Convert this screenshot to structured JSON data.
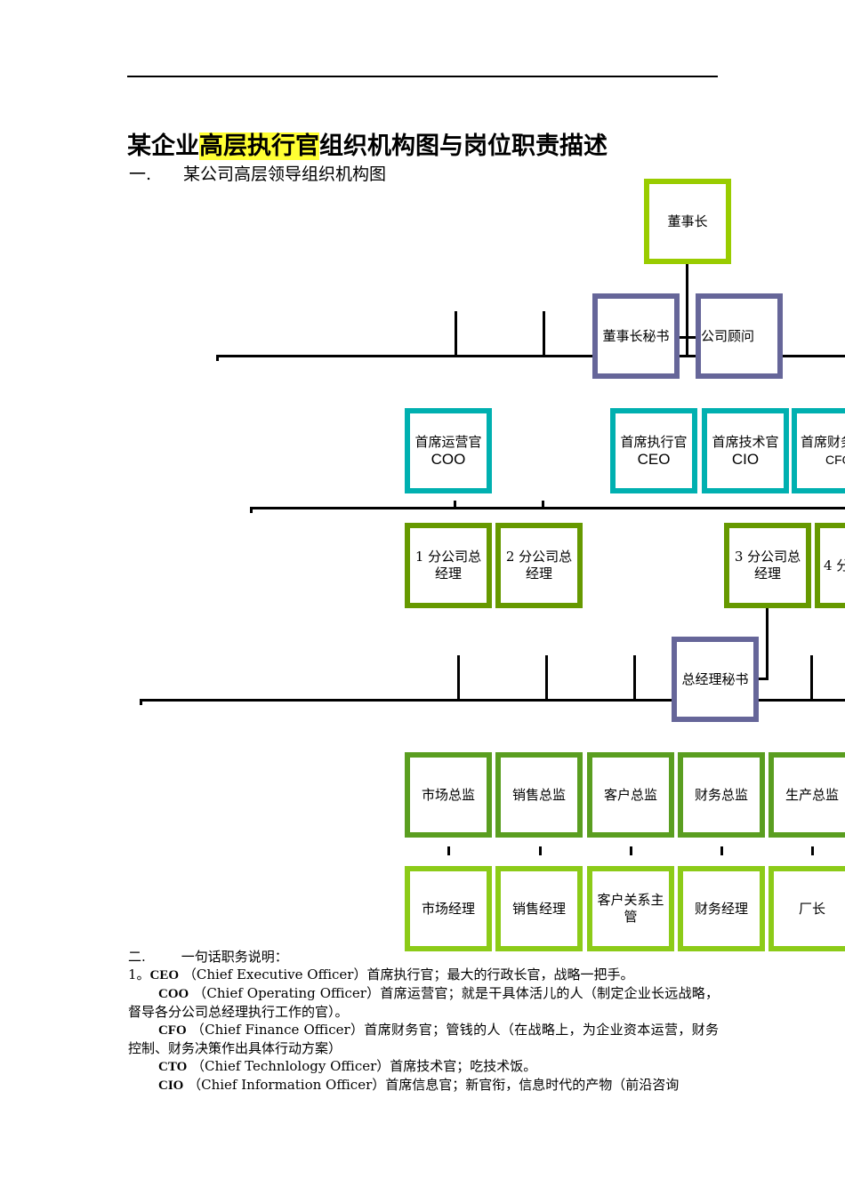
{
  "document": {
    "title_part1": "某企业",
    "title_highlight": "高层执行官",
    "title_part2": "组织机构图与岗位职责描述",
    "section1_num": "一.",
    "section1_title": "某公司高层领导组织机构图"
  },
  "org": {
    "chairman": "董事长",
    "chairman_secretary": "董事长秘书",
    "advisor": "公司顾问",
    "coo_cn": "首席运营官",
    "coo_en": "COO",
    "ceo_cn": "首席执行官",
    "ceo_en": "CEO",
    "cio_cn": "首席技术官",
    "cio_en": "CIO",
    "cfo_cn": "首席财务",
    "cfo_en": "CFO",
    "branch1": "1 分公司总经理",
    "branch2": "2 分公司总经理",
    "branch3": "3 分公司总经理",
    "branch4": "4 分",
    "gm_secretary": "总经理秘书",
    "directors": [
      "市场总监",
      "销售总监",
      "客户总监",
      "财务总监",
      "生产总监"
    ],
    "managers": [
      "市场经理",
      "销售经理",
      "客户关系主管",
      "财务经理",
      "厂长"
    ],
    "colors": {
      "lime": "#99cc00",
      "purple": "#666699",
      "teal": "#00b0b0",
      "olive": "#669900",
      "green": "#5a9e20",
      "light_green": "#8ccb18",
      "highlight": "#ffff33"
    }
  },
  "section2": {
    "num": "二.",
    "title": "一句话职务说明：",
    "items": [
      {
        "prefix": "1。",
        "abbr": "CEO",
        "text": "（Chief Executive Officer）首席执行官；最大的行政长官，战略一把手。"
      },
      {
        "prefix": "",
        "abbr": "COO",
        "text": "（Chief Operating Officer）首席运营官；就是干具体活儿的人（制定企业长远战略，督导各分公司总经理执行工作的官）。"
      },
      {
        "prefix": "",
        "abbr": "CFO",
        "text": "（Chief Finance Officer）首席财务官；管钱的人（在战略上，为企业资本运营，财务控制、财务决策作出具体行动方案）"
      },
      {
        "prefix": "",
        "abbr": "CTO",
        "text": "（Chief Technlology Officer）首席技术官；吃技术饭。"
      },
      {
        "prefix": "",
        "abbr": "CIO",
        "text": "（Chief Information Officer）首席信息官；新官衔，信息时代的产物（前沿咨询"
      }
    ]
  }
}
